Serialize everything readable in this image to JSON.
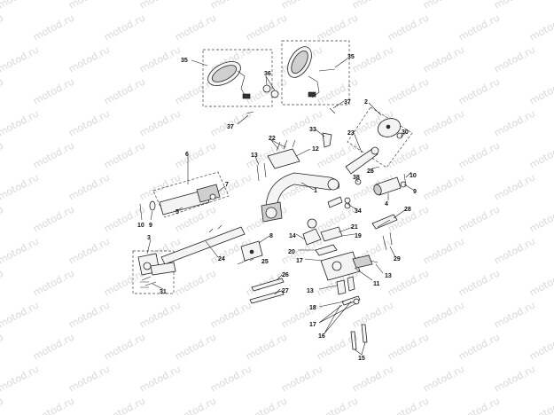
{
  "watermark_text": "motod.ru",
  "callouts": [
    "35",
    "36",
    "35",
    "37",
    "37",
    "2",
    "30",
    "33",
    "22",
    "12",
    "23",
    "13",
    "6",
    "7",
    "1",
    "38",
    "25",
    "10",
    "9",
    "10",
    "9",
    "5",
    "4",
    "34",
    "28",
    "21",
    "8",
    "14",
    "19",
    "3",
    "24",
    "20",
    "17",
    "26",
    "11",
    "13",
    "29",
    "25",
    "31",
    "27",
    "13",
    "18",
    "17",
    "16",
    "15"
  ],
  "colors": {
    "ink": "#222222",
    "watermark": "#d8d8d8",
    "background": "#ffffff"
  }
}
